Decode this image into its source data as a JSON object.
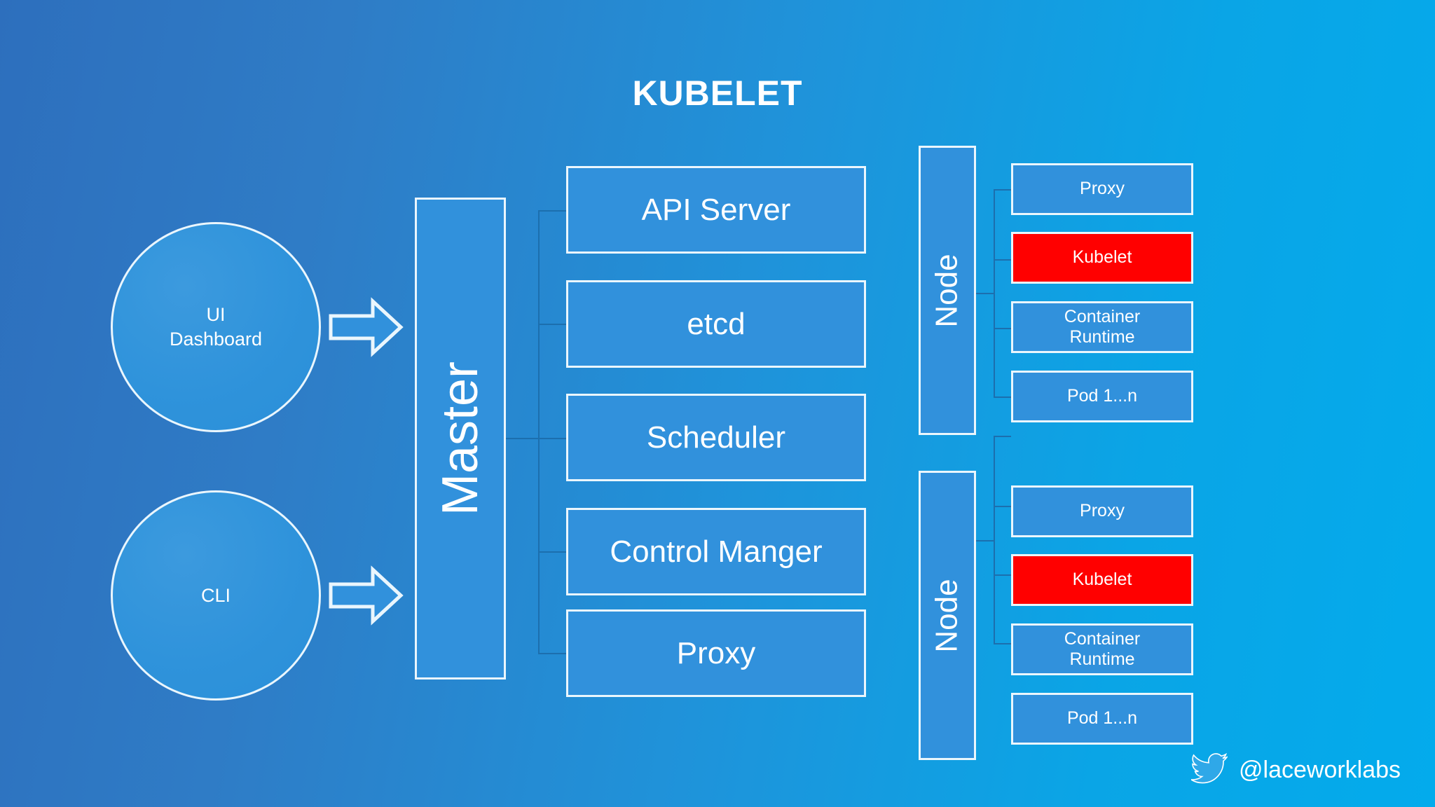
{
  "title": "KUBELET",
  "clients": [
    {
      "name": "ui-dashboard",
      "line1": "UI",
      "line2": "Dashboard"
    },
    {
      "name": "cli",
      "line1": "CLI",
      "line2": ""
    }
  ],
  "master": {
    "label": "Master",
    "components": [
      {
        "label": "API Server"
      },
      {
        "label": "etcd"
      },
      {
        "label": "Scheduler"
      },
      {
        "label": "Control Manger"
      },
      {
        "label": "Proxy"
      }
    ]
  },
  "nodes": [
    {
      "label": "Node",
      "components": [
        {
          "line1": "Proxy",
          "line2": "",
          "highlight": false
        },
        {
          "line1": "Kubelet",
          "line2": "",
          "highlight": true
        },
        {
          "line1": "Container",
          "line2": "Runtime",
          "highlight": false
        },
        {
          "line1": "Pod 1...n",
          "line2": "",
          "highlight": false
        }
      ]
    },
    {
      "label": "Node",
      "components": [
        {
          "line1": "Proxy",
          "line2": "",
          "highlight": false
        },
        {
          "line1": "Kubelet",
          "line2": "",
          "highlight": true
        },
        {
          "line1": "Container",
          "line2": "Runtime",
          "highlight": false
        },
        {
          "line1": "Pod 1...n",
          "line2": "",
          "highlight": false
        }
      ]
    }
  ],
  "footer": {
    "handle": "@laceworklabs",
    "icon": "twitter-bird-icon"
  },
  "colors": {
    "background_left": "#2d6fbd",
    "background_right": "#03abec",
    "box_fill": "#3191dc",
    "box_border": "#eaf6fd",
    "highlight": "#ff0000",
    "text": "#ffffff",
    "connector": "#1c6fae"
  }
}
